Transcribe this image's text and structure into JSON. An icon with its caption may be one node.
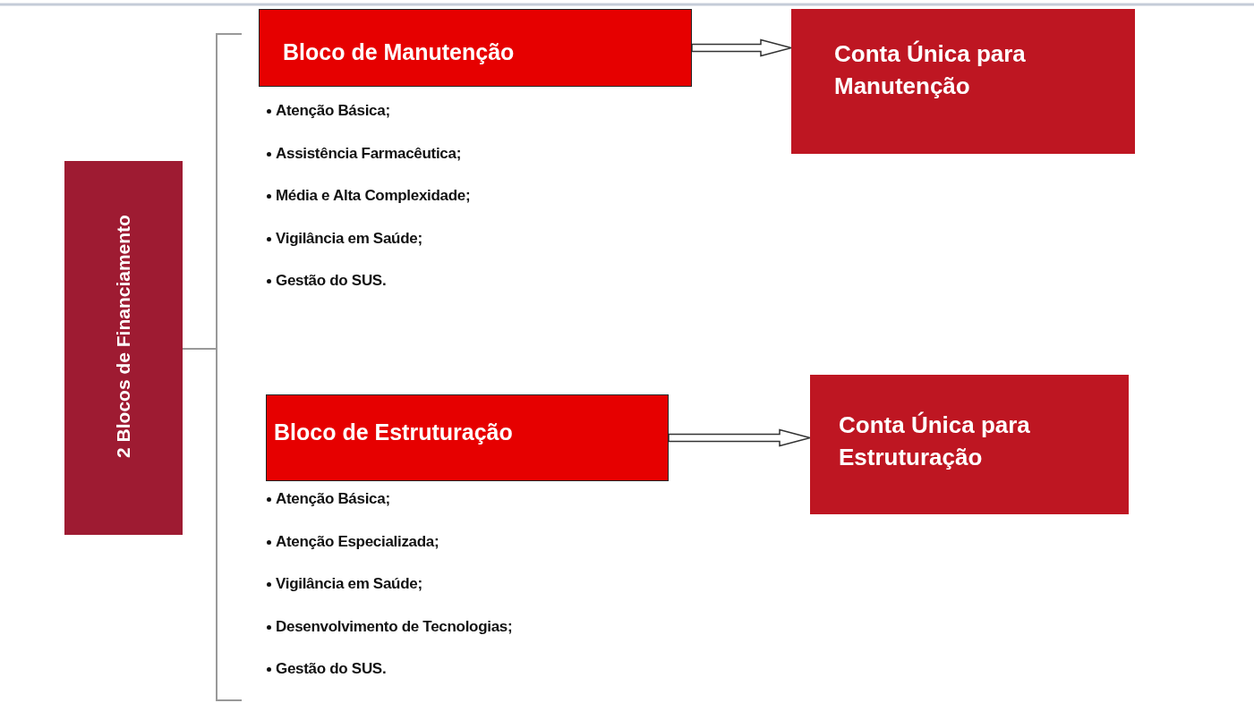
{
  "diagram": {
    "nodes": [
      {
        "text": [
          "2 Blocos de Financiamento"
        ]
      },
      {
        "text": [
          "Bloco de Manutenção"
        ],
        "beside": [
          "Atenção Básica;",
          "Assistência Farmacêutica;",
          "Média e Alta Complexidade;",
          "Vigilância em Saúde;",
          "Gestão do SUS."
        ]
      },
      {
        "text": [
          "Conta Única para Manutenção"
        ]
      },
      {
        "text": [
          "Bloco de Estruturação"
        ],
        "beside": [
          "Atenção Básica;",
          "Atenção Especializada;",
          "Vigilância em Saúde;",
          "Desenvolvimento de Tecnologias;",
          "Gestão do SUS."
        ]
      },
      {
        "text": [
          "Conta Única para Estruturação"
        ]
      }
    ],
    "edges": [
      {
        "from": 1,
        "to": 2,
        "arrow": "to"
      },
      {
        "from": 3,
        "to": 4,
        "arrow": "to"
      }
    ]
  }
}
